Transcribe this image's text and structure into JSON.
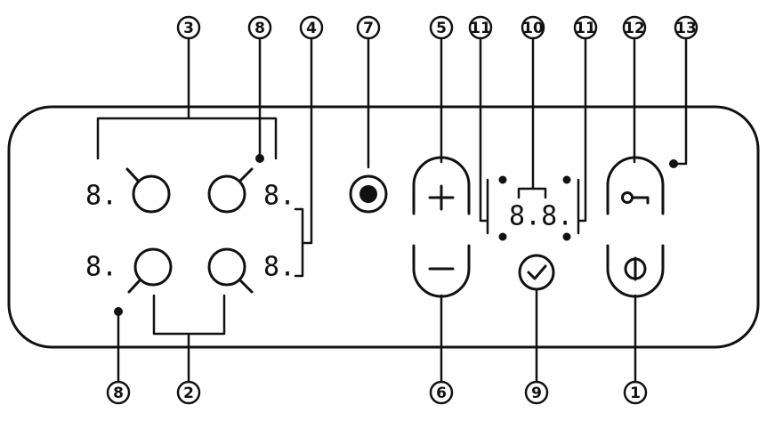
{
  "callouts": {
    "top": [
      "3",
      "8",
      "4",
      "7",
      "5",
      "11",
      "10",
      "11",
      "12",
      "13"
    ],
    "bottom": [
      "8",
      "2",
      "6",
      "9",
      "1"
    ]
  },
  "panel": {
    "zone_displays": [
      "8.",
      "8.",
      "8.",
      "8."
    ],
    "timer_display": "8.8."
  },
  "icons": {
    "plus": "plus-sign",
    "minus": "minus-sign",
    "timer": "check-clock",
    "lock": "key",
    "power": "power-circle",
    "boost": "filled-dot-ring"
  }
}
